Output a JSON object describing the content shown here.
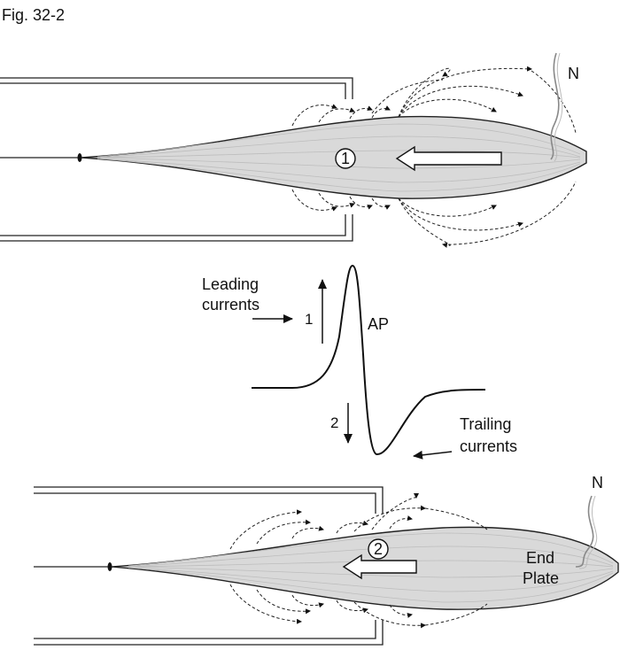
{
  "figure_label": "Fig. 32-2",
  "top_panel": {
    "nerve_label": "N",
    "step_number": "1"
  },
  "middle_panel": {
    "leading_label_line1": "Leading",
    "leading_label_line2": "currents",
    "upstroke_number": "1",
    "ap_label": "AP",
    "downstroke_number": "2",
    "trailing_label_line1": "Trailing",
    "trailing_label_line2": "currents"
  },
  "bottom_panel": {
    "nerve_label": "N",
    "step_number": "2",
    "end_plate_line1": "End",
    "end_plate_line2": "Plate"
  },
  "colors": {
    "fibre_fill": "#d9d9d9",
    "ink": "#111111"
  }
}
